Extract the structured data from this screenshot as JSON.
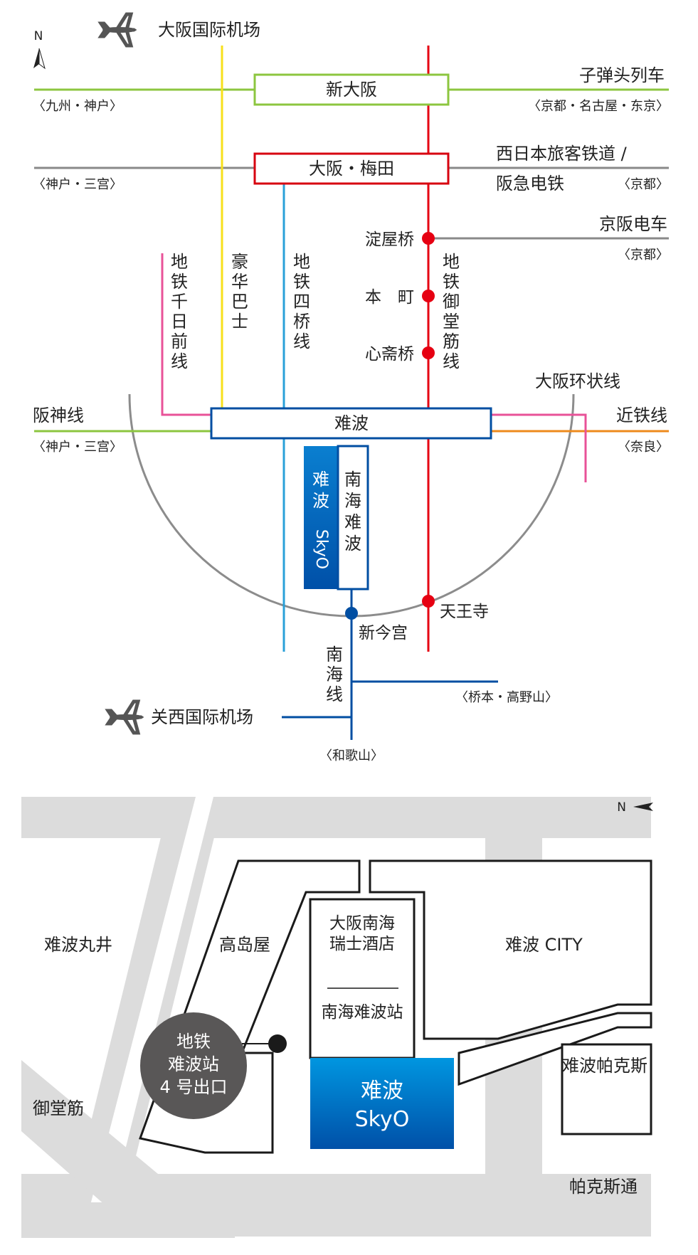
{
  "route_map": {
    "north_label": "N",
    "airports": {
      "osaka_intl": "大阪国际机场",
      "kansai_intl": "关西国际机场"
    },
    "stations": {
      "shin_osaka": "新大阪",
      "osaka_umeda": "大阪・梅田",
      "namba": "难波",
      "nankai_namba": [
        "南",
        "海",
        "难",
        "波"
      ],
      "namba_skyo": [
        "难",
        "波"
      ],
      "namba_skyo_latin": "SkyO",
      "yodoyabashi": "淀屋桥",
      "honmachi": "本　町",
      "shinsaibashi": "心斋桥",
      "tennoji": "天王寺",
      "shin_imamiya": "新今宫"
    },
    "lines": {
      "shinkansen": "子弹头列车",
      "shinkansen_dest_west": "〈九州・神户〉",
      "shinkansen_dest_east": "〈京都・名古屋・东京〉",
      "jr_west_1": "西日本旅客铁道 /",
      "jr_west_2": "阪急电铁",
      "jr_dest_west": "〈神户・三宫〉",
      "jr_dest_east": "〈京都〉",
      "keihan": "京阪电车",
      "keihan_dest": "〈京都〉",
      "sennichimae": [
        "地",
        "铁",
        "千",
        "日",
        "前",
        "线"
      ],
      "limousine_bus": [
        "豪",
        "华",
        "巴",
        "士"
      ],
      "yotsubashi": [
        "地",
        "铁",
        "四",
        "桥",
        "线"
      ],
      "midosuji": [
        "地",
        "铁",
        "御",
        "堂",
        "筋",
        "线"
      ],
      "loop_line": "大阪环状线",
      "hanshin": "阪神线",
      "hanshin_dest": "〈神户・三宫〉",
      "kintetsu": "近铁线",
      "kintetsu_dest": "〈奈良〉",
      "nankai": [
        "南",
        "海",
        "线"
      ],
      "nankai_dest_koya": "〈桥本・高野山〉",
      "nankai_dest_wakayama": "〈和歌山〉"
    }
  },
  "area_map": {
    "north_label": "N",
    "labels": {
      "namba_marui": "难波丸井",
      "takashimaya": "高岛屋",
      "swissotel_1": "大阪南海",
      "swissotel_2": "瑞士酒店",
      "nankai_namba_station": "南海难波站",
      "namba_city": "难波 CITY",
      "namba_parks": "难波帕克斯",
      "midosuji": "御堂筋",
      "parks_dori": "帕克斯通",
      "subway_exit_1": "地铁",
      "subway_exit_2": "难波站",
      "subway_exit_3": "4 号出口",
      "skyo_1": "难波",
      "skyo_2": "SkyO"
    }
  },
  "colors": {
    "shinkansen": "#8cc63f",
    "jr": "#898989",
    "osaka_umeda": "#d7000f",
    "midosuji": "#e60012",
    "limousine_bus": "#f7e01b",
    "sennichimae": "#e85298",
    "yotsubashi": "#29a0d8",
    "loop_line": "#8c8c8c",
    "hanshin": "#8cc63f",
    "kintetsu": "#ee8a1c",
    "namba_box": "#004ea2",
    "nankai": "#004ea2",
    "skyo_gradient_top": "#0096e0",
    "skyo_gradient_bottom": "#0050a8",
    "road": "#dcdcdc",
    "exit_circle": "#595757"
  }
}
